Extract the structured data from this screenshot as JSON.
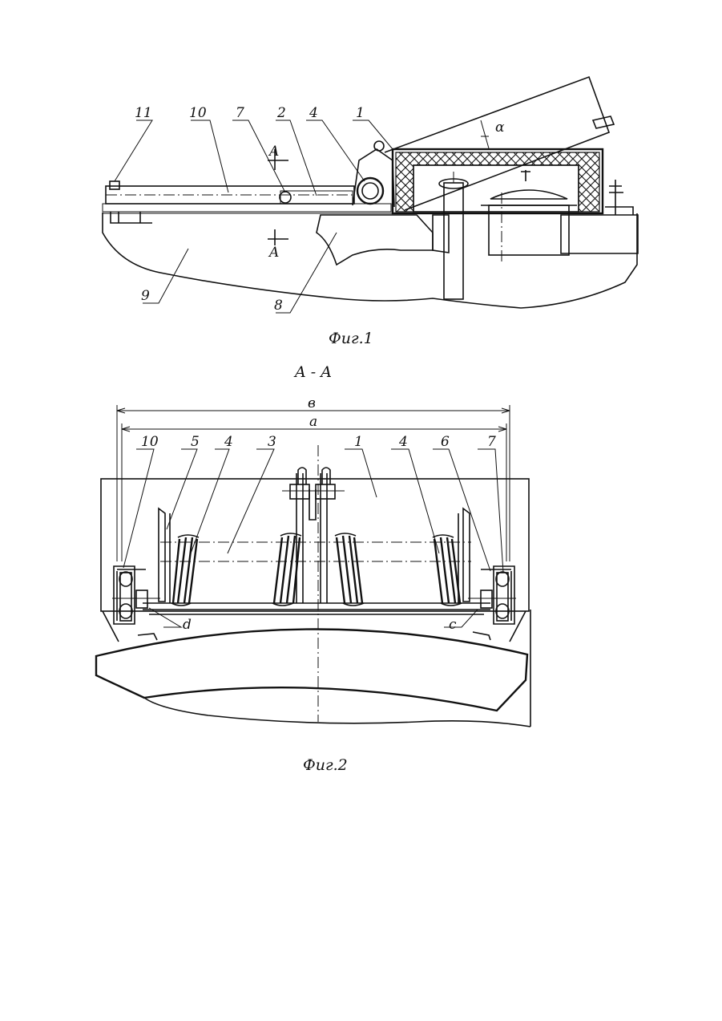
{
  "figure1": {
    "caption": "Фиг.1",
    "labels": {
      "l11": "11",
      "l10": "10",
      "l7": "7",
      "l2": "2",
      "l4": "4",
      "l1": "1",
      "l9": "9",
      "l8": "8",
      "alpha": "α",
      "sectionTop": "A",
      "sectionBottom": "A"
    }
  },
  "figure2": {
    "title": "A - A",
    "caption": "Фиг.2",
    "labels": {
      "l10": "10",
      "l5": "5",
      "l4a": "4",
      "l3": "3",
      "l1": "1",
      "l4b": "4",
      "l6": "6",
      "l7": "7",
      "b": "в",
      "a": "a",
      "d": "d",
      "c": "c"
    }
  }
}
